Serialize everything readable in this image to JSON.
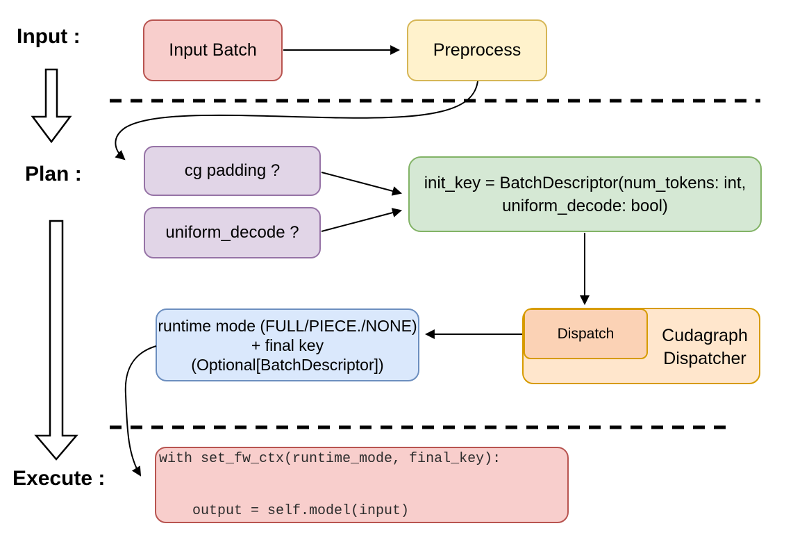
{
  "diagram": {
    "stages": {
      "input": "Input :",
      "plan": "Plan :",
      "execute": "Execute :"
    },
    "nodes": {
      "input_batch": "Input Batch",
      "preprocess": "Preprocess",
      "cg_padding": "cg padding ?",
      "uniform_decode": "uniform_decode ?",
      "init_key_line1": "init_key = BatchDescriptor(num_tokens: int,",
      "init_key_line2": "uniform_decode: bool)",
      "runtime_line1": "runtime mode (FULL/PIECE./NONE)",
      "runtime_line2": "+ final key (Optional[BatchDescriptor])",
      "dispatch": "Dispatch",
      "dispatcher_line1": "Cudagraph",
      "dispatcher_line2": "Dispatcher",
      "code_line1": "with set_fw_ctx(runtime_mode, final_key):",
      "code_line2": "    output = self.model(input)"
    },
    "colors": {
      "red_fill": "#f8cecc",
      "red_stroke": "#b85450",
      "yellow_fill": "#fff2cc",
      "yellow_stroke": "#d6b656",
      "purple_fill": "#e1d5e7",
      "purple_stroke": "#9673a6",
      "green_fill": "#d5e8d4",
      "green_stroke": "#82b366",
      "orange_fill": "#ffe6cc",
      "orange_inner_fill": "#fbd2b5",
      "orange_stroke": "#d79b00",
      "blue_fill": "#dae8fc",
      "blue_stroke": "#6c8ebf",
      "connector": "#000000"
    }
  }
}
